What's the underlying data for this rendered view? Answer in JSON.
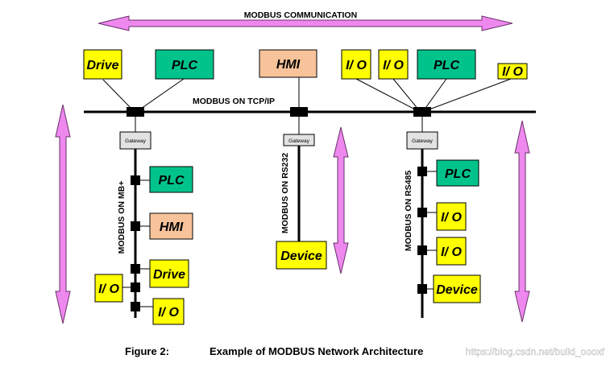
{
  "colors": {
    "arrow_fill": "#ee88ee",
    "arrow_stroke": "#6a2f6a",
    "yellow_box": "#ffff00",
    "green_box": "#00c38c",
    "peach_box": "#f8c39a",
    "gateway_box": "#e2e2e2",
    "line": "#000000"
  },
  "diagram": {
    "top_label": "MODBUS COMMUNICATION",
    "tcp_label": "MODBUS ON TCP/IP",
    "left_bus_label": "MODBUS ON MB+",
    "middle_bus_label": "MODBUS ON RS232",
    "right_bus_label": "MODBUS ON RS485",
    "gateway_label": "Gateway",
    "top_devices": {
      "drive": "Drive",
      "plc_left": "PLC",
      "hmi": "HMI",
      "io_1": "I/ O",
      "io_2": "I/ O",
      "plc_right": "PLC",
      "io_3": "I/ O"
    },
    "left_devices": {
      "plc": "PLC",
      "hmi": "HMI",
      "drive": "Drive",
      "io_a": "I/ O",
      "io_b": "I/ O"
    },
    "middle_devices": {
      "device": "Device"
    },
    "right_devices": {
      "plc": "PLC",
      "io_a": "I/ O",
      "io_b": "I/ O",
      "device": "Device"
    }
  },
  "caption": {
    "figure": "Figure 2:",
    "title": "Example of MODBUS Network Architecture"
  },
  "watermark": "https://blog.csdn.net/build_oooxf"
}
